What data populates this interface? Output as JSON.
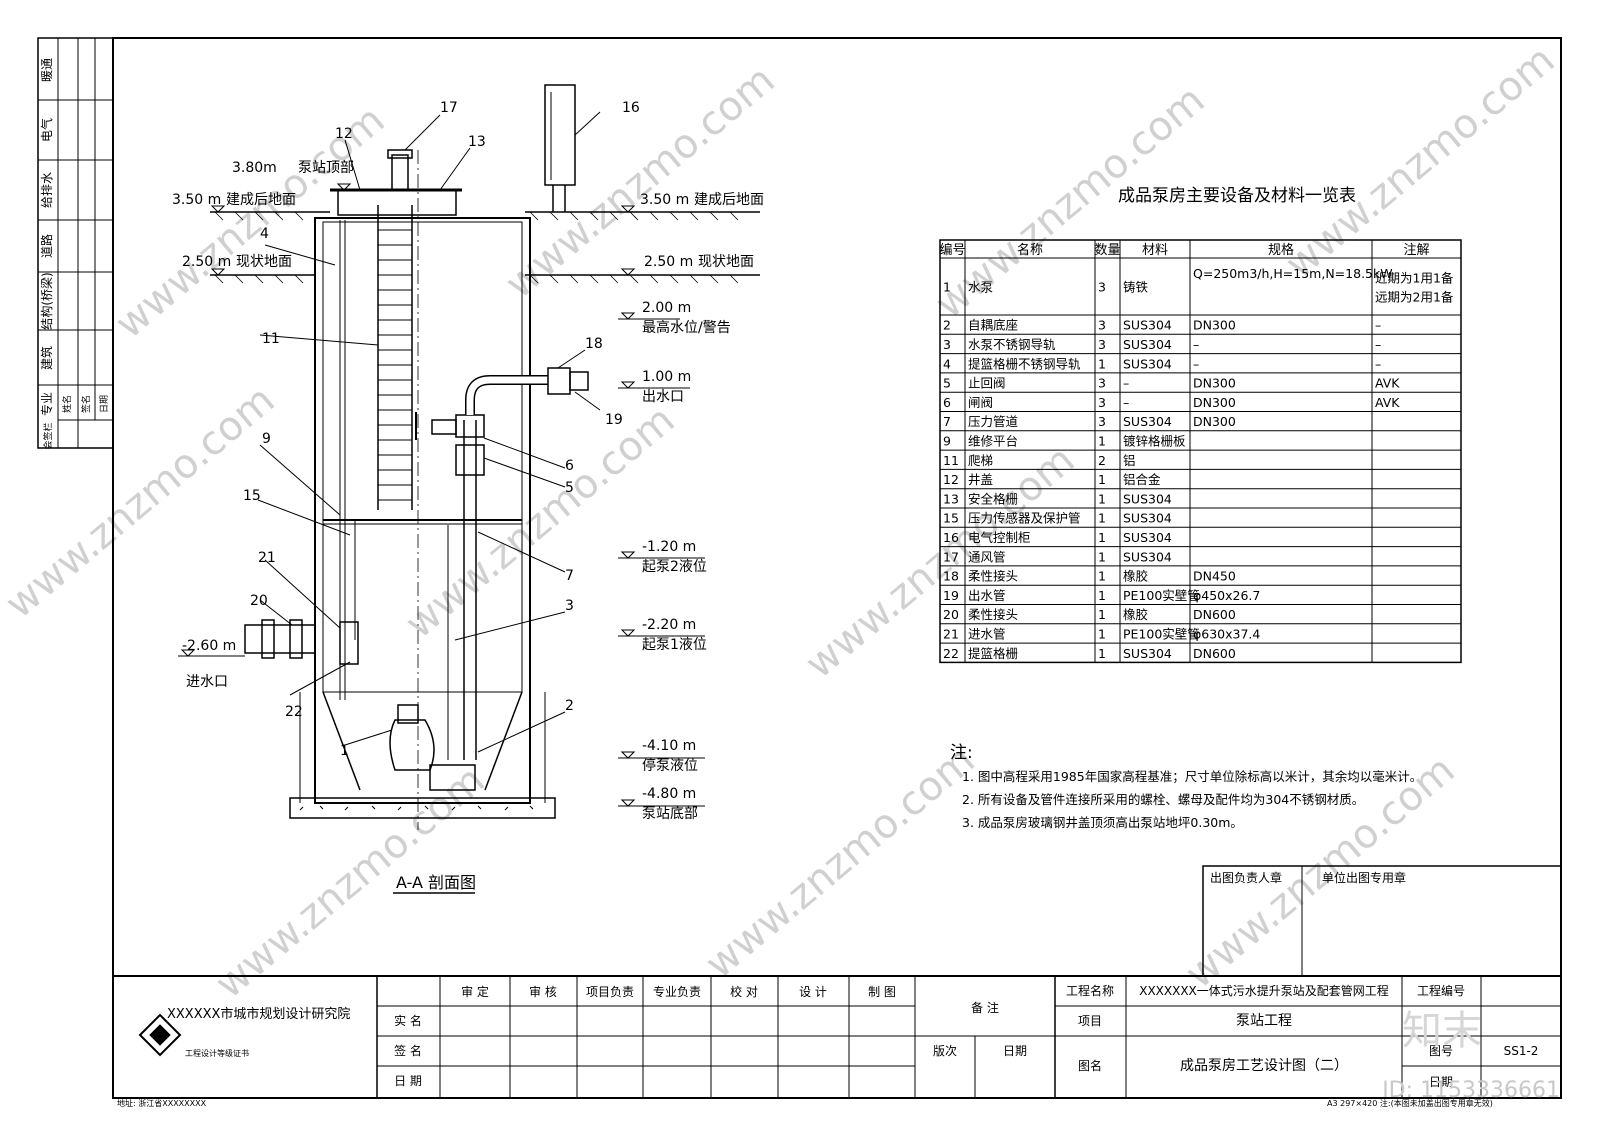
{
  "side_strip": [
    "暖通",
    "电气",
    "给排水",
    "道路",
    "结构(桥梁)",
    "建筑",
    "专业",
    "姓名",
    "签名",
    "日期",
    "会签栏"
  ],
  "section": {
    "title": "A-A 剖面图",
    "levels": [
      {
        "value": "3.80m",
        "label": "泵站顶部"
      },
      {
        "value": "3.50 m",
        "label": "建成后地面"
      },
      {
        "value": "2.50 m",
        "label": "现状地面"
      },
      {
        "value": "2.00 m",
        "label": "最高水位/警告"
      },
      {
        "value": "1.00 m",
        "label": "出水口"
      },
      {
        "value": "-1.20 m",
        "label": "起泵2液位"
      },
      {
        "value": "-2.20 m",
        "label": "起泵1液位"
      },
      {
        "value": "-2.60 m",
        "label": "进水口"
      },
      {
        "value": "-4.10 m",
        "label": "停泵液位"
      },
      {
        "value": "-4.80 m",
        "label": "泵站底部"
      }
    ],
    "callouts": [
      "1",
      "2",
      "3",
      "4",
      "5",
      "6",
      "7",
      "9",
      "11",
      "12",
      "13",
      "15",
      "16",
      "17",
      "18",
      "19",
      "20",
      "21",
      "22"
    ]
  },
  "table": {
    "title": "成品泵房主要设备及材料一览表",
    "headers": [
      "编号",
      "名称",
      "数量",
      "材料",
      "规格",
      "注解"
    ],
    "rows": [
      [
        "1",
        "水泵",
        "3",
        "铸铁",
        "Q=250m3/h,H=15m,N=18.5kW",
        "近期为1用1备 远期为2用1备"
      ],
      [
        "2",
        "自耦底座",
        "3",
        "SUS304",
        "DN300",
        "–"
      ],
      [
        "3",
        "水泵不锈钢导轨",
        "3",
        "SUS304",
        "–",
        "–"
      ],
      [
        "4",
        "提篮格栅不锈钢导轨",
        "1",
        "SUS304",
        "–",
        "–"
      ],
      [
        "5",
        "止回阀",
        "3",
        "–",
        "DN300",
        "AVK"
      ],
      [
        "6",
        "闸阀",
        "3",
        "–",
        "DN300",
        "AVK"
      ],
      [
        "7",
        "压力管道",
        "3",
        "SUS304",
        "DN300",
        ""
      ],
      [
        "9",
        "维修平台",
        "1",
        "镀锌格栅板",
        "",
        ""
      ],
      [
        "11",
        "爬梯",
        "2",
        "铝",
        "",
        ""
      ],
      [
        "12",
        "井盖",
        "1",
        "铝合金",
        "",
        ""
      ],
      [
        "13",
        "安全格栅",
        "1",
        "SUS304",
        "",
        ""
      ],
      [
        "15",
        "压力传感器及保护管",
        "1",
        "SUS304",
        "",
        ""
      ],
      [
        "16",
        "电气控制柜",
        "1",
        "SUS304",
        "",
        ""
      ],
      [
        "17",
        "通风管",
        "1",
        "SUS304",
        "",
        ""
      ],
      [
        "18",
        "柔性接头",
        "1",
        "橡胶",
        "DN450",
        ""
      ],
      [
        "19",
        "出水管",
        "1",
        "PE100实壁管",
        "φ450x26.7",
        ""
      ],
      [
        "20",
        "柔性接头",
        "1",
        "橡胶",
        "DN600",
        ""
      ],
      [
        "21",
        "进水管",
        "1",
        "PE100实壁管",
        "φ630x37.4",
        ""
      ],
      [
        "22",
        "提篮格栅",
        "1",
        "SUS304",
        "DN600",
        ""
      ]
    ]
  },
  "notes": {
    "title": "注:",
    "items": [
      "1. 图中高程采用1985年国家高程基准；尺寸单位除标高以米计，其余均以毫米计。",
      "2. 所有设备及管件连接所采用的螺栓、螺母及配件均为304不锈钢材质。",
      "3. 成品泵房玻璃钢井盖顶须高出泵站地坪0.30m。"
    ]
  },
  "stamps": {
    "left": "出图负责人章",
    "right": "单位出图专用章"
  },
  "title_block": {
    "institute": "XXXXXX市城市规划设计研究院",
    "cert": "工程设计等级证书",
    "roles": [
      "审 定",
      "审 核",
      "项目负责",
      "专业负责",
      "校 对",
      "设 计",
      "制 图"
    ],
    "row_labels": [
      "实 名",
      "签 名",
      "日 期"
    ],
    "remarks": "备 注",
    "version": "版次",
    "date_label": "日期",
    "project_name_label": "工程名称",
    "project_name": "XXXXXXX一体式污水提升泵站及配套管网工程",
    "item_label": "项目",
    "item": "泵站工程",
    "drawing_name_label": "图名",
    "drawing_name": "成品泵房工艺设计图（二）",
    "code_label": "工程编号",
    "drawing_no_label": "图号",
    "drawing_no": "SS1-2",
    "date2_label": "日期"
  },
  "footer": {
    "address": "地址: 浙江省XXXXXXXX",
    "sheet": "A3  297×420  注:(本图未加盖出图专用章无效)"
  },
  "watermark": {
    "site": "www.znzmo.com",
    "logo": "知末",
    "id": "ID: 1153336661"
  }
}
